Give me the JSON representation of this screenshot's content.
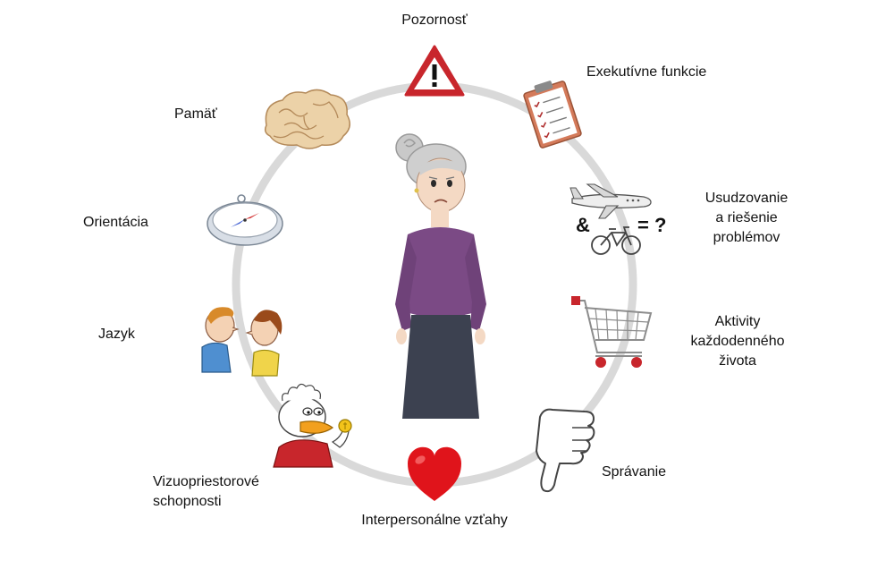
{
  "diagram": {
    "center_figure": "elderly-woman",
    "domains": [
      {
        "id": "attention",
        "icon": "warning-sign-icon",
        "lines": [
          "Pozornosť"
        ]
      },
      {
        "id": "executive",
        "icon": "clipboard-checklist-icon",
        "lines": [
          "Exekutívne funkcie"
        ]
      },
      {
        "id": "reasoning",
        "icon": "airplane-bicycle-question-icon",
        "lines": [
          "Usudzovanie",
          "a riešenie",
          "problémov"
        ]
      },
      {
        "id": "daily",
        "icon": "shopping-cart-icon",
        "lines": [
          "Aktivity",
          "každodenného",
          "života"
        ]
      },
      {
        "id": "behavior",
        "icon": "thumbs-down-icon",
        "lines": [
          "Správanie"
        ]
      },
      {
        "id": "interpersonal",
        "icon": "heart-icon",
        "lines": [
          "Interpersonálne vzťahy"
        ]
      },
      {
        "id": "visuospatial",
        "icon": "old-duck-with-coin-icon",
        "lines": [
          "Vizuopriestorové",
          "schopnosti"
        ]
      },
      {
        "id": "language",
        "icon": "two-people-talking-icon",
        "lines": [
          "Jazyk"
        ]
      },
      {
        "id": "orientation",
        "icon": "compass-icon",
        "lines": [
          "Orientácia"
        ]
      },
      {
        "id": "memory",
        "icon": "brain-icon",
        "lines": [
          "Pamäť"
        ]
      }
    ],
    "reasoning_equation": {
      "ampersand": "&",
      "equals_question": "= ?"
    },
    "colors": {
      "circle": "#d9d9d9",
      "warning_red": "#c8262c",
      "heart_red": "#e0141b",
      "sweater_purple": "#7b4a85",
      "skirt_dark": "#3c4150",
      "brain_tan": "#ecd2a8"
    }
  }
}
